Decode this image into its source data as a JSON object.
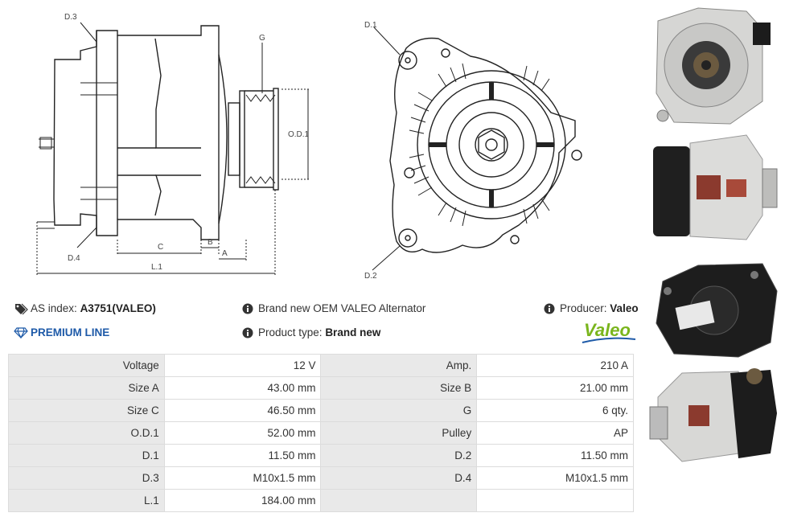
{
  "drawing": {
    "labels": {
      "d3": "D.3",
      "d4": "D.4",
      "g": "G",
      "od1": "O.D.1",
      "c": "C",
      "b": "B",
      "a": "A",
      "l1": "L.1",
      "d1": "D.1",
      "d2": "D.2"
    }
  },
  "info": {
    "as_index_label": "AS index:",
    "as_index_value": "A3751(VALEO)",
    "premium_line": "PREMIUM LINE",
    "description": "Brand new OEM VALEO Alternator",
    "product_type_label": "Product type:",
    "product_type_value": "Brand new",
    "producer_label": "Producer:",
    "producer_value": "Valeo",
    "brand_logo": "Valeo"
  },
  "specs": [
    {
      "l1": "Voltage",
      "v1": "12 V",
      "l2": "Amp.",
      "v2": "210 A"
    },
    {
      "l1": "Size A",
      "v1": "43.00 mm",
      "l2": "Size B",
      "v2": "21.00 mm"
    },
    {
      "l1": "Size C",
      "v1": "46.50 mm",
      "l2": "G",
      "v2": "6 qty."
    },
    {
      "l1": "O.D.1",
      "v1": "52.00 mm",
      "l2": "Pulley",
      "v2": "AP"
    },
    {
      "l1": "D.1",
      "v1": "11.50 mm",
      "l2": "D.2",
      "v2": "11.50 mm"
    },
    {
      "l1": "D.3",
      "v1": "M10x1.5 mm",
      "l2": "D.4",
      "v2": "M10x1.5 mm"
    },
    {
      "l1": "L.1",
      "v1": "184.00 mm",
      "l2": "",
      "v2": ""
    }
  ],
  "icons": {
    "tag": "tag-icon",
    "diamond": "diamond-icon",
    "info": "info-icon"
  },
  "colors": {
    "premium": "#1e5aa8",
    "valeo_green": "#7ab51d",
    "valeo_blue": "#1e5aa8",
    "table_label_bg": "#e9e9e9"
  }
}
